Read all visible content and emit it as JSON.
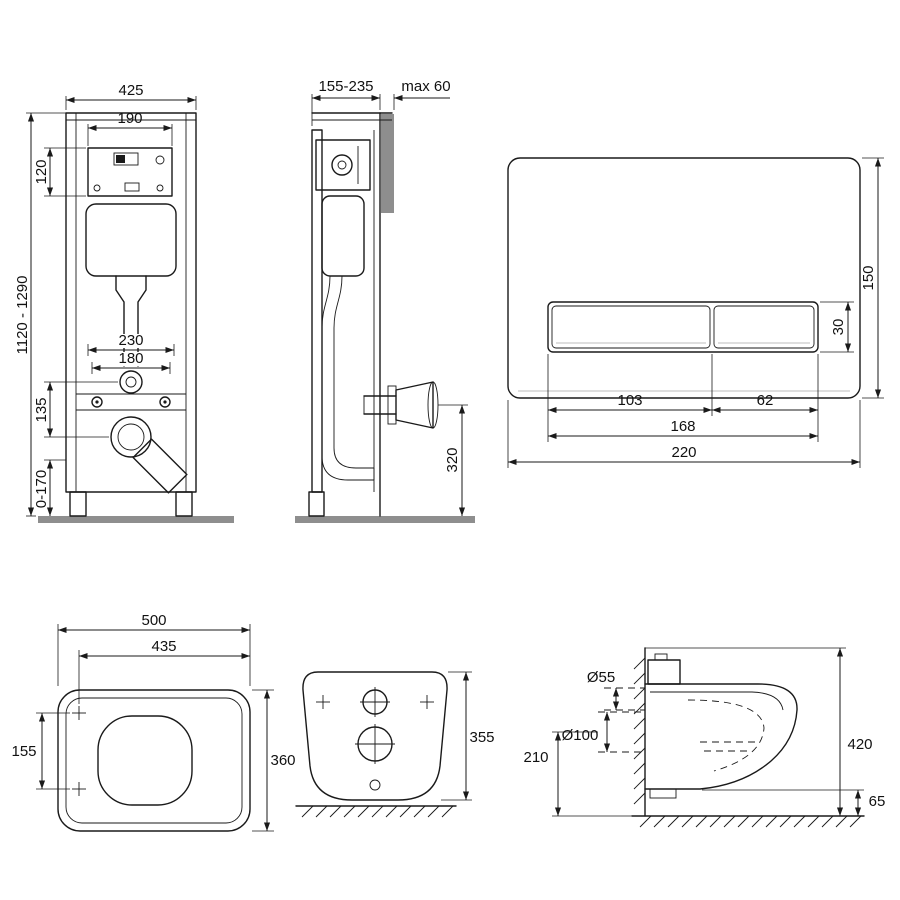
{
  "meta": {
    "background": "#ffffff",
    "ink": "#1a1a1a",
    "wall_gray": "#8e8e8e"
  },
  "frame_front": {
    "width_total": "425",
    "box_width": "190",
    "box_height": "120",
    "height_range": "1120 - 1290",
    "fixing_width_outer": "230",
    "fixing_width_inner": "180",
    "inlet_to_drain": "135",
    "leg_adjust_range": "0-170"
  },
  "frame_side": {
    "depth_range": "155-235",
    "wall_offset_max": "max 60",
    "outlet_height": "320"
  },
  "flush_plate": {
    "height": "150",
    "button_height": "30",
    "button_large_width": "103",
    "button_small_width": "62",
    "buttons_total_width": "168",
    "width": "220"
  },
  "bowl_plan": {
    "length": "500",
    "length_to_fixings": "435",
    "fixing_spacing": "155",
    "width": "360"
  },
  "bowl_rear": {
    "height": "355"
  },
  "bowl_side": {
    "inlet_diameter": "Ø55",
    "outlet_diameter": "Ø100",
    "outlet_axis_height": "210",
    "overall_height": "420",
    "bottom_clearance": "65"
  }
}
